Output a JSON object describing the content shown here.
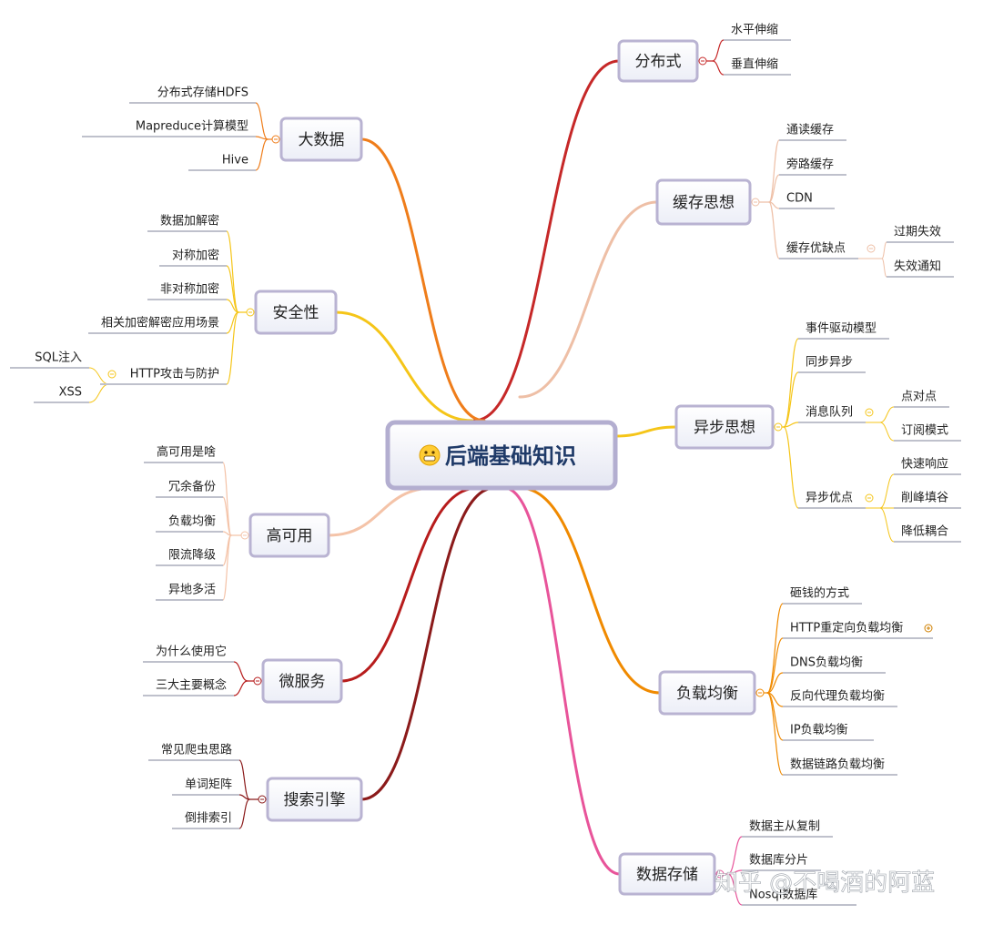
{
  "center": {
    "label": "后端基础知识",
    "icon": "grinning-face-icon"
  },
  "branches": [
    {
      "key": "distributed",
      "label": "分布式",
      "color": "#c62828",
      "items": [
        {
          "label": "水平伸缩"
        },
        {
          "label": "垂直伸缩"
        }
      ]
    },
    {
      "key": "cache",
      "label": "缓存思想",
      "color": "#eebfa6",
      "items": [
        {
          "label": "通读缓存"
        },
        {
          "label": "旁路缓存"
        },
        {
          "label": "CDN"
        },
        {
          "label": "缓存优缺点",
          "children": [
            {
              "label": "过期失效"
            },
            {
              "label": "失效通知"
            }
          ]
        }
      ]
    },
    {
      "key": "async",
      "label": "异步思想",
      "color": "#f5c518",
      "items": [
        {
          "label": "事件驱动模型"
        },
        {
          "label": "同步异步"
        },
        {
          "label": "消息队列",
          "children": [
            {
              "label": "点对点"
            },
            {
              "label": "订阅模式"
            }
          ]
        },
        {
          "label": "异步优点",
          "children": [
            {
              "label": "快速响应"
            },
            {
              "label": "削峰填谷"
            },
            {
              "label": "降低耦合"
            }
          ]
        }
      ]
    },
    {
      "key": "loadbalance",
      "label": "负载均衡",
      "color": "#f08a00",
      "items": [
        {
          "label": "砸钱的方式"
        },
        {
          "label": "HTTP重定向负载均衡"
        },
        {
          "label": "DNS负载均衡"
        },
        {
          "label": "反向代理负载均衡"
        },
        {
          "label": "IP负载均衡"
        },
        {
          "label": "数据链路负载均衡"
        }
      ]
    },
    {
      "key": "storage",
      "label": "数据存储",
      "color": "#e8549a",
      "items": [
        {
          "label": "数据主从复制"
        },
        {
          "label": "数据库分片"
        },
        {
          "label": "Nosql数据库"
        }
      ]
    },
    {
      "key": "bigdata",
      "label": "大数据",
      "color": "#ef7d1a",
      "items": [
        {
          "label": "分布式存储HDFS"
        },
        {
          "label": "Mapreduce计算模型"
        },
        {
          "label": "Hive"
        }
      ]
    },
    {
      "key": "security",
      "label": "安全性",
      "color": "#f5c518",
      "items": [
        {
          "label": "数据加解密"
        },
        {
          "label": "对称加密"
        },
        {
          "label": "非对称加密"
        },
        {
          "label": "相关加密解密应用场景"
        },
        {
          "label": "HTTP攻击与防护",
          "children": [
            {
              "label": "SQL注入"
            },
            {
              "label": "XSS"
            }
          ]
        }
      ]
    },
    {
      "key": "ha",
      "label": "高可用",
      "color": "#f4c3a8",
      "items": [
        {
          "label": "高可用是啥"
        },
        {
          "label": "冗余备份"
        },
        {
          "label": "负载均衡"
        },
        {
          "label": "限流降级"
        },
        {
          "label": "异地多活"
        }
      ]
    },
    {
      "key": "microservice",
      "label": "微服务",
      "color": "#b71c1c",
      "items": [
        {
          "label": "为什么使用它"
        },
        {
          "label": "三大主要概念"
        }
      ]
    },
    {
      "key": "search",
      "label": "搜索引擎",
      "color": "#8b1a1a",
      "items": [
        {
          "label": "常见爬虫思路"
        },
        {
          "label": "单词矩阵"
        },
        {
          "label": "倒排索引"
        }
      ]
    }
  ],
  "watermark": "知乎 @不喝酒的阿蓝"
}
